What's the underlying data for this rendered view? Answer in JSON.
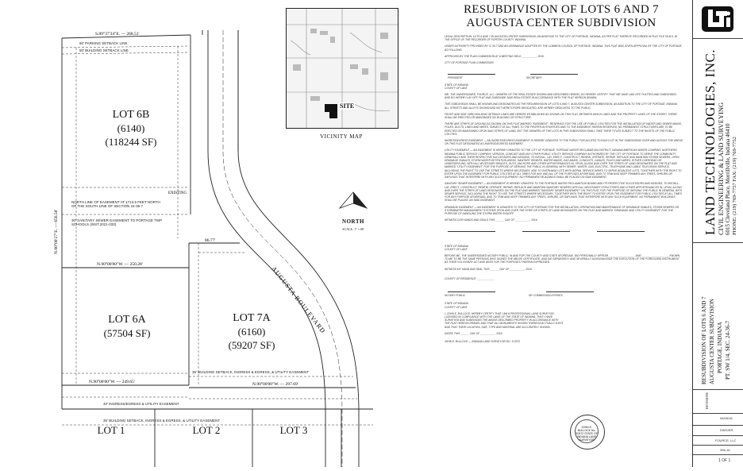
{
  "plat": {
    "lots": [
      {
        "name": "LOT 6B",
        "number": "(6140)",
        "area": "(118244 SF)"
      },
      {
        "name": "LOT 6A",
        "number": "(57504 SF)"
      },
      {
        "name": "LOT 7A",
        "number": "(6160)",
        "area": "(59207 SF)"
      },
      {
        "name": "LOT 1"
      },
      {
        "name": "LOT 2"
      },
      {
        "name": "LOT 3"
      }
    ],
    "bearings": {
      "top": "S.89°37'34\"E. — 268.51'",
      "mid": "N.90°00'00\"W. — 250.28'",
      "lower_left": "N.90°00'00\"W. — 249.65'",
      "lower_right": "N.90°00'00\"W. — 297.69'",
      "left_side": "N.00°00'27\"E. — 656.50'",
      "right_dim": "86.77'"
    },
    "road_name": "AUGUSTA BOULEVARD",
    "small_notes": {
      "setback_top": "50' PARKING SETBACK LINE",
      "building_setback_top": "50' BUILDING SETBACK LINE",
      "north_line": "NORTH LINE OF EASEMENT AT 1713.5 FEET NORTH OF THE SOUTH LINE OF SECTION 24-36-7",
      "sewer_easement": "30' SANITARY SEWER EASEMENT TO PORTAGE TWP SCHOOLS (INST.2021-033)",
      "ingress_egress": "40' INGRESS/EGRESS & UTILITY EASEMENT",
      "building_ingress": "35' BUILDING SETBACK, INGRESS & EGRESS, & UTILITY EASEMENT",
      "lower_building": "35' BUILDING SETBACK, INGRESS & EGRESS, & UTILITY EASEMENT",
      "existing": "EXISTING"
    }
  },
  "vicinity": {
    "site_label": "SITE",
    "caption": "VICINITY MAP"
  },
  "north_arrow": {
    "label": "NORTH",
    "scale": "SCALE: 1\" = 80'"
  },
  "title": {
    "line1": "RESUBDIVISION OF LOTS 6 AND 7",
    "line2": "AUGUSTA CENTER SUBDIVISION"
  },
  "notes": {
    "legal": "LEGAL DESCRIPTION: LOTS 6 AND 7 IN AUGUSTA CENTER SUBDIVISION, AN ADDITION TO THE CITY OF PORTAGE, INDIANA, AS PER PLAT THEREOF, RECORDED IN PLAT FILE 50-B-5, IN THE OFFICE OF THE RECORDER OF PORTER COUNTY, INDIANA.",
    "authority": "UNDER AUTHORITY PROVIDED BY IC 36-7 AND AN ORDINANCE ADOPTED BY THE COMMON COUNCIL OF PORTAGE, INDIANA, THIS PLAT WAS GIVEN APPROVAL BY THE CITY OF PORTAGE AS FOLLOWS:",
    "approved": "APPROVED BY THE PLAN COMMISSION AT A MEETING HELD __________, 2016.",
    "commission": "CITY OF PORTAGE PLAN COMMISSION",
    "president": "PRESIDENT",
    "secretary": "SECRETARY",
    "state": "STATE OF INDIANA",
    "county": "COUNTY OF LAKE",
    "owners": "WE, THE UNDERSIGNED, FOURCE, LLC, OWNERS OF THE REAL ESTATE SHOWN AND DESCRIBED HEREIN, DO HEREBY CERTIFY THAT WE HAVE LAID OFF, PLATTED AND SUBDIVIDED, AND DO HEREBY LAY OFF, PLAT AND SUBDIVIDE SAID REAL ESTATE IN ACCORDANCE WITH THE PLAT HEREON DRAWN.",
    "known_as": "THIS SUBDIVISION SHALL BE KNOWN AND DESIGNATED AS THE RESUBDIVISION OF LOTS 6 AND 7, AUGUSTA CENTER SUBDIVISION, AN ADDITION TO THE CITY OF PORTAGE, INDIANA. ALL STREETS AND ALLEYS SHOWN AND NOT HERETOFORE DEDICATED, ARE HEREBY DEDICATED TO THE PUBLIC.",
    "setback": "FRONT AND SIDE YARD BUILDING SETBACK LINES ARE HEREBY ESTABLISHED AS SHOWN ON THIS PLAT, BETWEEN WHICH LINES AND THE PROPERTY LINES OF THE STREET, THERE SHALL BE ERECTED OR MAINTAINED NO BUILDING OR STRUCTURE.",
    "strips": "THERE ARE STRIPS OF GROUND AS SHOWN ON THIS PLAT MARKED \"EASEMENT\", RESERVED FOR THE USE OF PUBLIC UTILITIES FOR THE INSTALLATION OF WATER AND SEWER MAINS, POLES, DUCTS, LINES AND WIRES, SUBJECT AT ALL TIMES TO THE PROPER AUTHORITIES AND TO THE EASEMENT HEREIN RESERVED. NO PERMANENT STRUCTURES ARE TO BE ERECTED OR MAINTAINED UPON SAID STRIPS OF LAND, BUT THE OWNERS OF THE LOTS IN THIS SUBDIVISION SHALL TAKE THEIR TITLES SUBJECT TO THE RIGHTS OF THE PUBLIC UTILITIES.",
    "ingress": "INGRESS/EGRESS EASEMENT — AN INGRESS/EGRESS EASEMENT IS HEREBY GRANTED TO THE PUBLIC FOR ACCESS TO EACH LOT IN THE SUBDIVISION OVER AND ACROSS THE AREAS ON THIS PLAT DESIGNATED AS INGRESS/EGRESS EASEMENT.",
    "utility": "UTILITY EASEMENT — AN EASEMENT IS HEREBY GRANTED TO THE CITY OF PORTAGE, PORTAGE WATER RECLAMATION DISTRICT, INDIANA AMERICAN WATER COMPANY, NORTHERN INDIANA PUBLIC SERVICE COMPANY, VERIZON, COMCAST AND ANY OTHER PUBLIC UTILITY SERVICE COMPANY AUTHORIZED BY THE CITY OF PORTAGE TO SERVE THE COMMUNITY GENERALLY AND THEIR RESPECTIVE SUCCESSORS AND ASSIGNS, TO INSTALL, LAY, ERECT, CONSTRUCT, RENEW, OPERATE, REPAIR, REPLACE AND MAINTAIN STORM SEWERS, OPEN DRAINAGE SWALES, STORM WATER DETENTION AREAS, SANITARY SEWERS, WATER MAINS, GAS MAINS, CONDUITS, CABLES, POLES AND WIRES, EITHER OVERHEAD OR UNDERGROUND, WITH ALL NECESSARY BRACES, GUYS, ANCHORS AND OTHER APPURTENANCES IN, UPON, ALONG AND OVER THE STRIPS OF LAND DESIGNATED ON THE PLAT AND MARKED \"UTILITY EASEMENT\" FOR THE PURPOSE OF SERVING THE PUBLIC IN GENERAL WITH SEWER, WATER, GAS, ELECTRIC, TELEPHONE AND CABLE TELEVISION SERVICE, INCLUDING THE RIGHT TO USE THE STREETS WHERE NECESSARY, AND TO OVERHANG LOTS WITH AERIAL SERVICE WIRES TO SERVE ADJACENT LOTS, TOGETHER WITH THE RIGHT TO ENTER UPON THE EASEMENT FOR PUBLIC UTILITIES AT ALL TIMES FOR ANY AND ALL OF THE PURPOSES AFORESAID, AND TO TRIM AND KEEP TRIMMED ANY TREES, SHRUBS OR SAPLINGS THAT INTERFERE WITH ANY SUCH EQUIPMENT. NO PERMANENT BUILDINGS SHALL BE PLACED ON SAID EASEMENT.",
    "sanitary": "SANITARY SEWER EASEMENT — AN EASEMENT IS HEREBY GRANTED TO THE PORTAGE WATER RECLAMATION BOARD AND ITS RESPECTIVE SUCCESSORS AND ASSIGNS, TO INSTALL, LAY, ERECT, CONSTRUCT, RENEW, OPERATE, REPAIR, REPLACE AND MAINTAIN SANITARY SEWERS WITH ALL NECESSARY STRUCTURES AND OTHER APPURTENANCES IN, UPON, ALONG AND OVER THE STRIPS OF LAND DESIGNATED ON THE PLAT AND MARKED \"SANITARY SEWER EASEMENT\" ON THIS PLAT, FOR THE PURPOSE OF SERVING THE PUBLIC IN GENERAL WITH SEWER SERVICE, INCLUDING THE RIGHT TO USE THE STREETS WHERE NECESSARY, TOGETHER WITH THE RIGHT TO ENTER UPON THE EASEMENT FOR PUBLIC UTILITIES AT ALL TIMES FOR ANY PURPOSE AFORESAID, AND TO TRIM AND KEEP TRIMMED ANY TREES, SHRUBS, OR SAPLINGS THAT INTERFERE WITH ANY SUCH EQUIPMENT. NO PERMANENT BUILDINGS SHALL BE PLACED ON SAID EASEMENT.",
    "drainage": "DRAINAGE EASEMENT — AN EASEMENT IS GRANTED TO THE CITY OF PORTAGE FOR THE INSTALLATION, OPERATION AND MAINTENANCE OF DRAINAGE SWALES, STORM SEWERS OR STORMWATER MANAGEMENT SYSTEMS UPON AND OVER THE STRIP OR STRIPS OF LAND DESIGNATED ON THE PLAT AND MARKED \"DRAINAGE AND UTILITY EASEMENT\" FOR THE PURPOSE OF HANDLING THE STORM WATER RUNOFF.",
    "witness1": "WITNESS OUR HANDS AND SEALS THIS ______ DAY OF __________, 2016.",
    "before_me": "BEFORE ME, THE UNDERSIGNED NOTARY PUBLIC, IN AND FOR THE COUNTY AND STATE AFORESAID, DID PERSONALLY APPEAR __________________ AND __________________, KNOWN TO ME TO BE THE SAME PERSONS WHO SIGNED THE ABOVE CERTIFICATE, AND DID SEPARATELY AND SEVERALLY ACKNOWLEDGE THE EXECUTION OF THE FOREGOING INSTRUMENT AS THEIR VOLUNTARY ACT AND DEED FOR THE PURPOSES THEREIN EXPRESSED.",
    "witness2": "WITNESS MY HAND AND SEAL THIS ______ DAY OF __________, 2016.",
    "residence": "COUNTY OF RESIDENCE: ____________",
    "notary": "NOTARY PUBLIC",
    "commission_exp": "MY COMMISSION EXPIRES",
    "surveyor": "I, JOHN E. BULLOCK, HEREBY CERTIFY THAT I AM A PROFESSIONAL LAND SURVEYOR, LICENSED IN COMPLIANCE WITH THE LAWS OF THE STATE OF INDIANA; THAT I HAVE SURVEYED AND SUBDIVIDED THE ABOVE DESCRIBED PROPERTY IN ACCORDANCE WITH THE PLAT HEREON DRAWN, AND THAT ALL MONUMENTS SHOWN THEREON ACTUALLY EXIST AND THAT THEIR LOCATION, SIZE, TYPE AND MATERIAL ARE ACCURATELY SHOWN.",
    "dated": "DATED THIS ______ DAY OF __________, 2016.",
    "surveyor_sig": "JOHN E. BULLOCK — INDIANA LAND SURVEYOR NO. S-0372"
  },
  "seal": {
    "text": "JOHN E. BULLOCK No. S0372 STATE OF INDIANA LAND SURVEYOR"
  },
  "title_block": {
    "logo": "LTi",
    "company": "LAND TECHNOLOGIES, INC.",
    "subtitle": "CIVIL ENGINEERING & LAND SURVEYING",
    "address": "6015 Cleveland Place, Merrillville, Indiana 46410",
    "phone": "PHONE: (219) 769-7757   FAX: (219) 769-7752",
    "project1": "RESUBDIVISION OF LOTS 6 AND 7",
    "project2": "AUGUSTA CENTER SUBDIVISION",
    "project3": "PORTAGE, INDIANA",
    "project4": "PT. SW 1/4, SEC. 24-36-7",
    "revisions": "REVISIONS",
    "date": "05/05/16",
    "drawn": "DWG/ER",
    "client": "FOURCE, LLC",
    "job": "396-16",
    "sheet": "1 OF 1"
  }
}
